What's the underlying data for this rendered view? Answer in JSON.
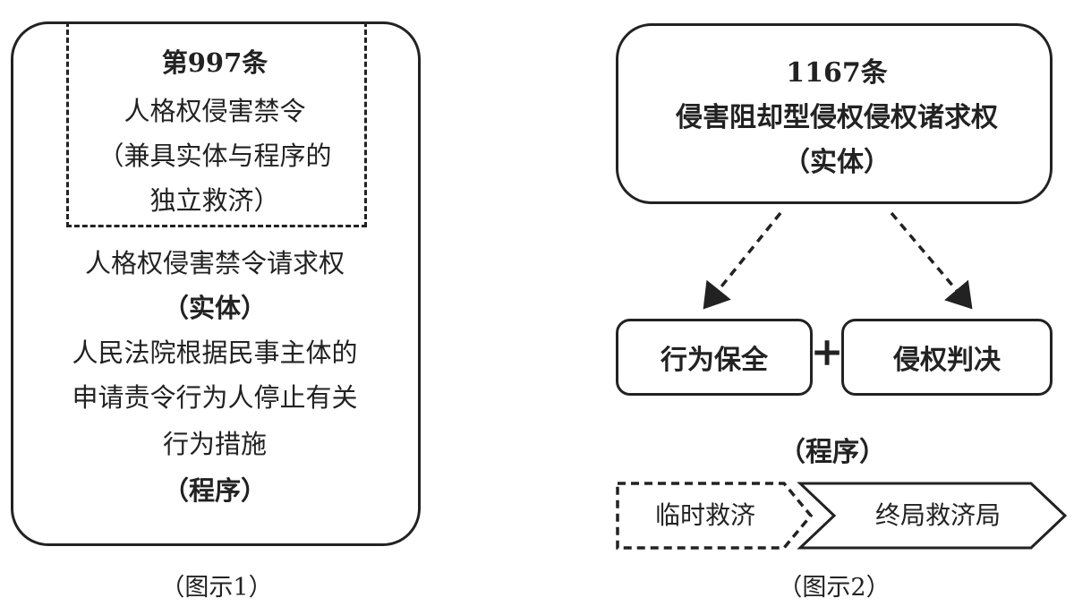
{
  "figure1": {
    "article": "第997条",
    "inner_lines": [
      "人格权侵害禁令",
      "（兼具实体与程序的",
      "独立救济）"
    ],
    "right_name": "人格权侵害禁令请求权",
    "substance_label": "（实体）",
    "desc_lines": [
      "人民法院根据民事主体的",
      "申请责令行为人停止有关",
      "行为措施"
    ],
    "procedure_label": "（程序）",
    "caption": "（图示1）"
  },
  "figure2": {
    "top_lines": [
      "1167条",
      "侵害阻却型侵权侵权诸求权",
      "（实体）"
    ],
    "box_left": "行为保全",
    "plus": "+",
    "box_right": "侵权判决",
    "procedure_label": "（程序）",
    "chevron_left": "临时救济",
    "chevron_right": "终局救济局",
    "caption": "（图示2）"
  }
}
